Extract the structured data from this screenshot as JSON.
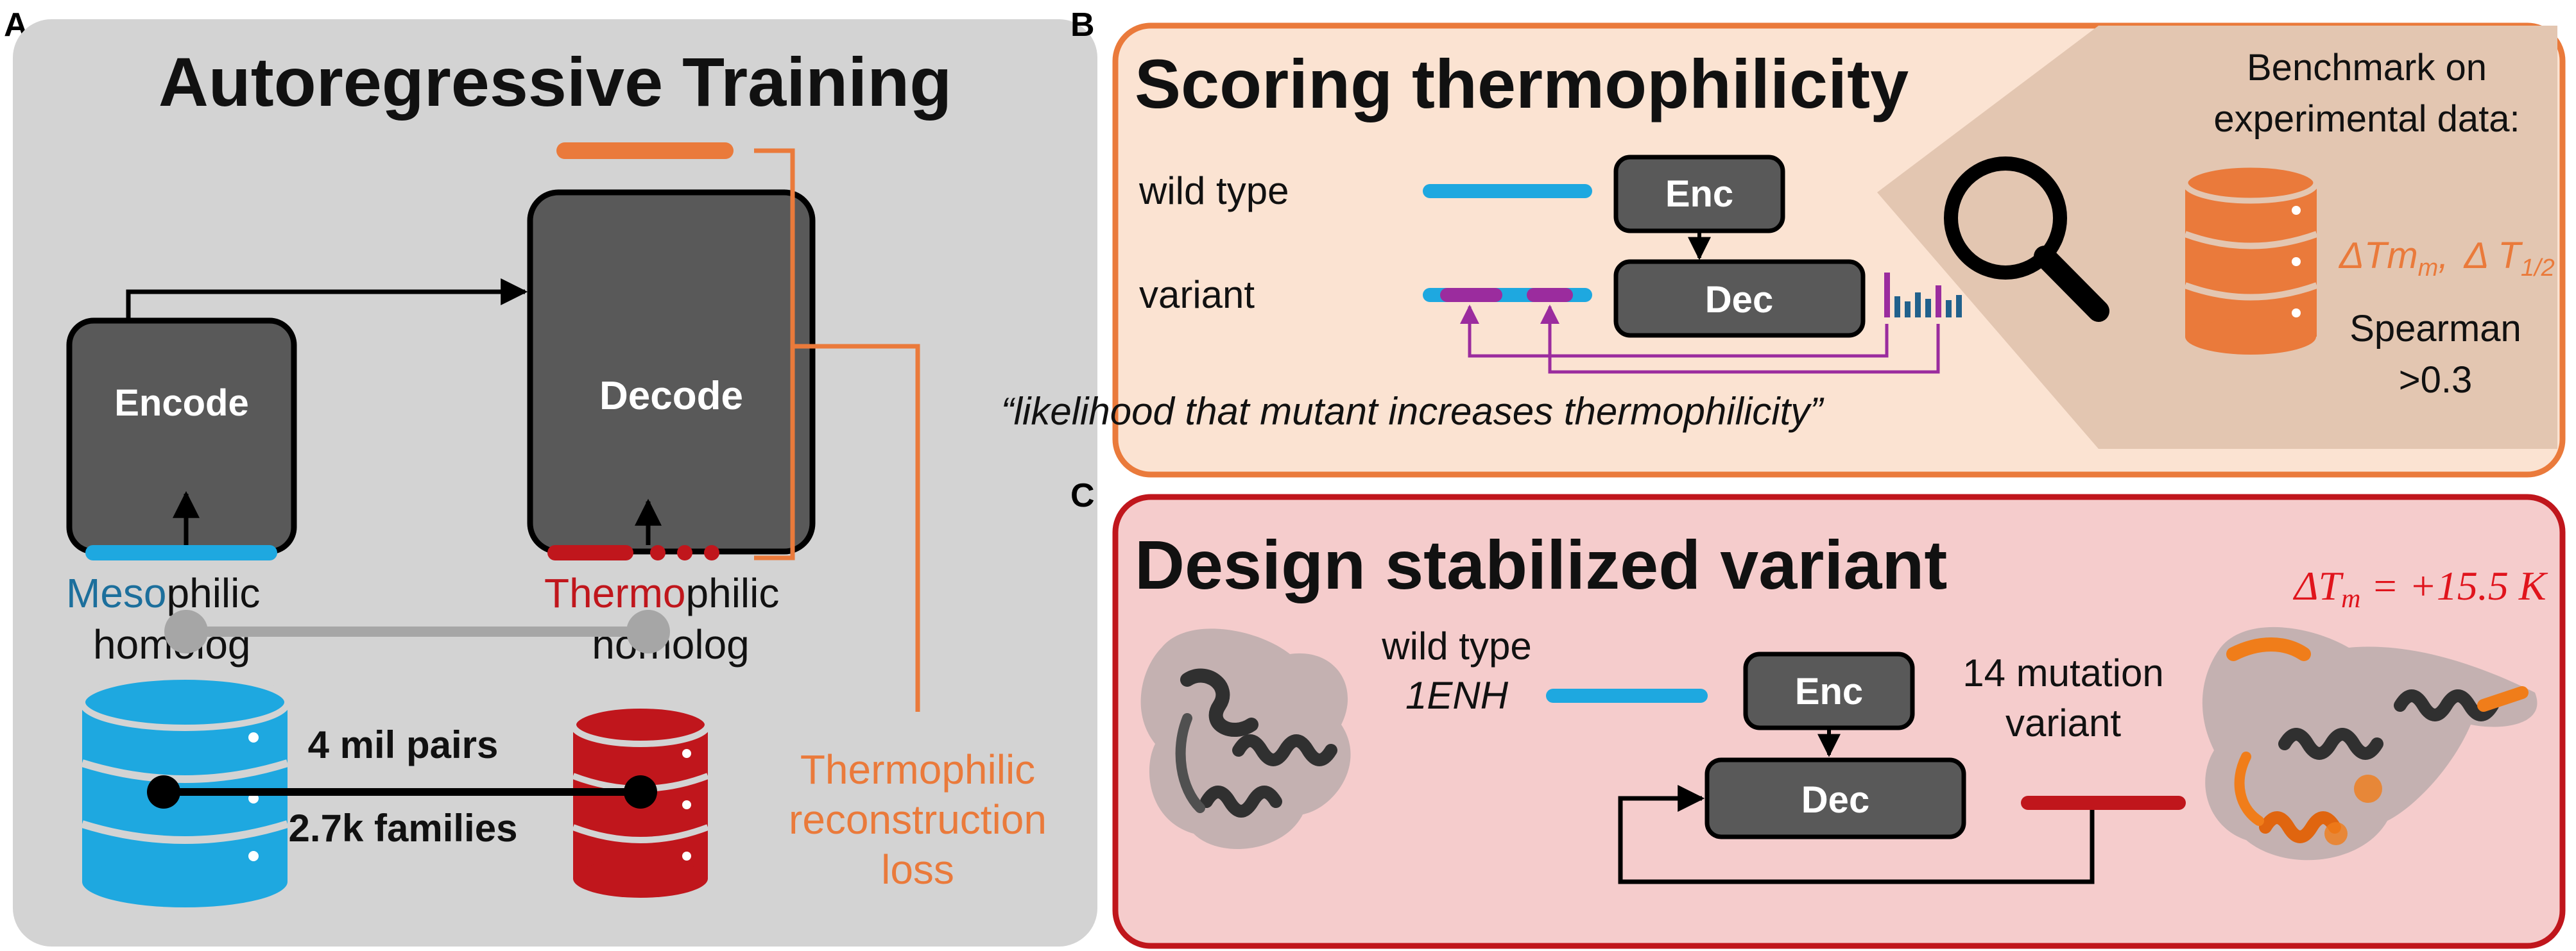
{
  "colors": {
    "panel_a_bg": "#d3d3d3",
    "panel_b_border": "#ea7a3b",
    "panel_b_bg": "#fbe3d2",
    "panel_c_border": "#c0161c",
    "panel_c_bg": "#f5cccc",
    "block": "#595959",
    "blue": "#1ea8e0",
    "red": "#c0161c",
    "orange": "#ea7a3b",
    "purple": "#9b2c9e",
    "bar_blue": "#21618c"
  },
  "panel_a": {
    "letter": "A",
    "title": "Autoregressive Training",
    "encode": "Encode",
    "decode": "Decode",
    "meso_prefix": "Meso",
    "meso_suffix": "philic",
    "meso_line2": "homolog",
    "thermo_prefix": "Thermo",
    "thermo_suffix": "philic",
    "thermo_line2": "homolog",
    "pairs": "4 mil pairs",
    "families": "2.7k families",
    "loss_line1": "Thermophilic",
    "loss_line2": "reconstruction",
    "loss_line3": "loss"
  },
  "panel_b": {
    "letter": "B",
    "title": "Scoring thermophilicity",
    "wild_type": "wild type",
    "variant": "variant",
    "enc": "Enc",
    "dec": "Dec",
    "quote": "“likelihood that mutant increases thermophilicity”",
    "bench_line1": "Benchmark on",
    "bench_line2": "experimental data:",
    "delta_tm": "ΔTm",
    "tm_sub": "m",
    "comma": ",",
    "delta_t": "Δ T",
    "t_sub": "1/2",
    "spearman": "Spearman",
    "spearman_value": ">0.3"
  },
  "panel_c": {
    "letter": "C",
    "title": "Design stabilized variant",
    "delta_text": "ΔT",
    "delta_sub": "m",
    "delta_value": " = +15.5 K",
    "wild_type": "wild type",
    "pdb": "1ENH",
    "enc": "Enc",
    "dec": "Dec",
    "variant_line1": "14 mutation",
    "variant_line2": "variant"
  }
}
